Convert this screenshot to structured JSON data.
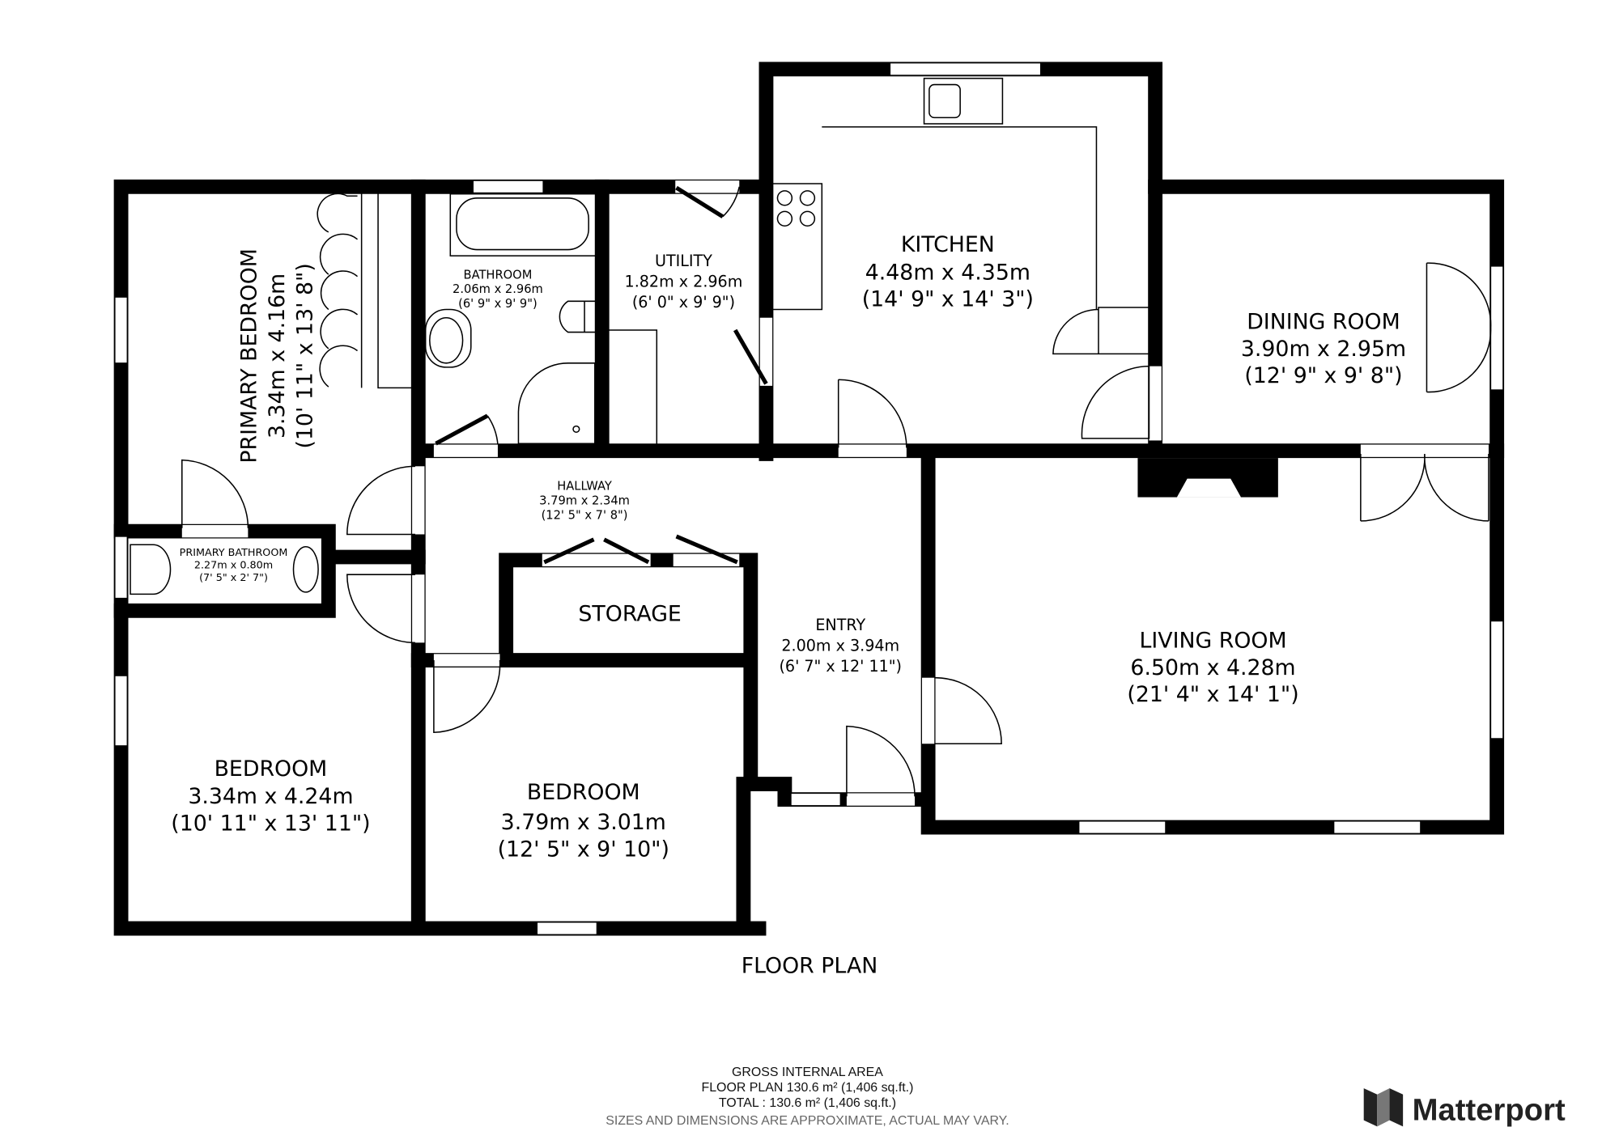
{
  "title": "FLOOR PLAN",
  "rooms": {
    "primary_bedroom": {
      "name": "PRIMARY BEDROOM",
      "metric": "3.34m x 4.16m",
      "imperial": "(10' 11\" x 13' 8\")"
    },
    "bathroom": {
      "name": "BATHROOM",
      "metric": "2.06m x 2.96m",
      "imperial": "(6' 9\" x 9' 9\")"
    },
    "utility": {
      "name": "UTILITY",
      "metric": "1.82m x 2.96m",
      "imperial": "(6' 0\" x 9' 9\")"
    },
    "kitchen": {
      "name": "KITCHEN",
      "metric": "4.48m x 4.35m",
      "imperial": "(14' 9\" x 14' 3\")"
    },
    "dining_room": {
      "name": "DINING ROOM",
      "metric": "3.90m x 2.95m",
      "imperial": "(12' 9\" x 9' 8\")"
    },
    "hallway": {
      "name": "HALLWAY",
      "metric": "3.79m x 2.34m",
      "imperial": "(12' 5\" x 7' 8\")"
    },
    "primary_bathroom": {
      "name": "PRIMARY BATHROOM",
      "metric": "2.27m x 0.80m",
      "imperial": "(7' 5\" x 2' 7\")"
    },
    "storage": {
      "name": "STORAGE"
    },
    "entry": {
      "name": "ENTRY",
      "metric": "2.00m x 3.94m",
      "imperial": "(6' 7\" x 12' 11\")"
    },
    "living_room": {
      "name": "LIVING ROOM",
      "metric": "6.50m x 4.28m",
      "imperial": "(21' 4\" x 14' 1\")"
    },
    "bedroom_1": {
      "name": "BEDROOM",
      "metric": "3.34m x 4.24m",
      "imperial": "(10' 11\" x 13' 11\")"
    },
    "bedroom_2": {
      "name": "BEDROOM",
      "metric": "3.79m x 3.01m",
      "imperial": "(12' 5\" x 9' 10\")"
    }
  },
  "footer": {
    "heading": "GROSS INTERNAL AREA",
    "floor_plan": "FLOOR PLAN 130.6 m² (1,406 sq.ft.)",
    "total": "TOTAL :  130.6 m² (1,406 sq.ft.)",
    "disclaimer": "SIZES AND DIMENSIONS ARE APPROXIMATE, ACTUAL MAY VARY."
  },
  "brand": {
    "name": "Matterport",
    "logo_icon": "matterport-logo-icon"
  }
}
